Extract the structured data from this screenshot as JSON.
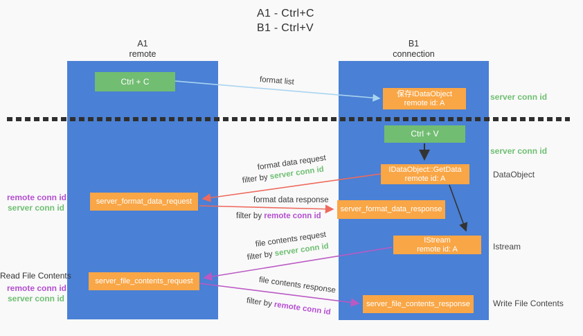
{
  "title": {
    "line1": "A1 - Ctrl+C",
    "line2": "B1 - Ctrl+V"
  },
  "columns": {
    "a": {
      "id": "A1",
      "name": "remote"
    },
    "b": {
      "id": "B1",
      "name": "connection"
    }
  },
  "nodes": {
    "ctrl_c": "Ctrl + C",
    "ctrl_v": "Ctrl + V",
    "save_idataobject": {
      "line1": "保存IDataObject",
      "line2": "remote id: A"
    },
    "getdata": {
      "line1": "IDataObject::GetData",
      "line2": "remote id: A"
    },
    "istream": {
      "line1": "IStream",
      "line2": "remote id: A"
    },
    "format_request": "server_format_data_request",
    "format_response": "server_format_data_response",
    "file_request": "server_file_contents_request",
    "file_response": "server_file_contents_response"
  },
  "arrow_labels": {
    "format_list": "format list",
    "format_data_request": "format data request",
    "format_data_response": "format data response",
    "file_contents_request": "file contents request",
    "file_contents_response": "file contents response",
    "filter_by": "filter by ",
    "server_conn_id": "server conn id",
    "remote_conn_id": "remote conn id"
  },
  "side_labels": {
    "right": {
      "server_conn_id_top": "server conn id",
      "server_conn_id_mid": "server conn id",
      "dataobject": "DataObject",
      "istream": "Istream",
      "write_file_contents": "Write File Contents"
    },
    "left": {
      "remote_conn_id_1": "remote conn id",
      "server_conn_id_1": "server conn id",
      "read_file_contents": "Read File Contents",
      "remote_conn_id_2": "remote conn id",
      "server_conn_id_2": "server conn id"
    }
  },
  "colors": {
    "column_blue": "#4a80d5",
    "box_green": "#71bd72",
    "box_orange": "#f9a646",
    "arrow_lightblue": "#a9d4f0",
    "arrow_red": "#ee6a5e",
    "arrow_magenta": "#bb59c4",
    "arrow_black": "#333333",
    "text_green": "#6fbf72",
    "text_purple": "#b44fd0"
  }
}
